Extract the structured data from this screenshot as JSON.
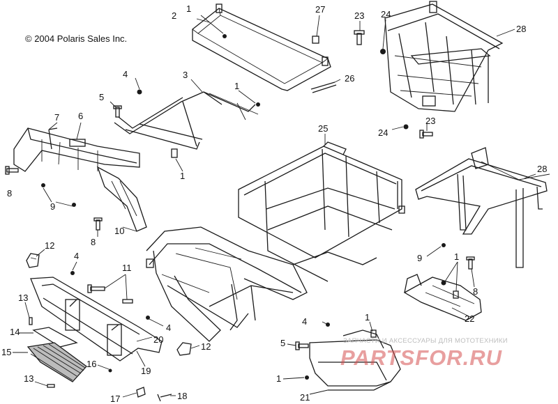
{
  "copyright": "© 2004 Polaris Sales Inc.",
  "watermark": {
    "tagline": "ЗАПЧАСТИ И АКСЕССУАРЫ ДЛЯ МОТОТЕХНИКИ",
    "logo": "PARTSFOR.RU",
    "color": "#d65050"
  },
  "callouts": {
    "c1_a": "1",
    "c2": "2",
    "c27": "27",
    "c23_a": "23",
    "c24_a": "24",
    "c28_a": "28",
    "c4_a": "4",
    "c3": "3",
    "c1_b": "1",
    "c26": "26",
    "c5_a": "5",
    "c7": "7",
    "c6": "6",
    "c1_c": "1",
    "c25": "25",
    "c24_b": "24",
    "c23_b": "23",
    "c8_a": "8",
    "c9_a": "9",
    "c10": "10",
    "c8_b": "8",
    "c28_b": "28",
    "c12_a": "12",
    "c4_b": "4",
    "c11": "11",
    "c9_b": "9",
    "c1_d": "1",
    "c8_c": "8",
    "c13_a": "13",
    "c14": "14",
    "c4_c": "4",
    "c4_d": "4",
    "c20": "20",
    "c12_b": "12",
    "c5_b": "5",
    "c1_e": "1",
    "c22": "22",
    "c15": "15",
    "c16": "16",
    "c19": "19",
    "c13_b": "13",
    "c1_f": "1",
    "c17": "17",
    "c18": "18",
    "c21": "21"
  }
}
